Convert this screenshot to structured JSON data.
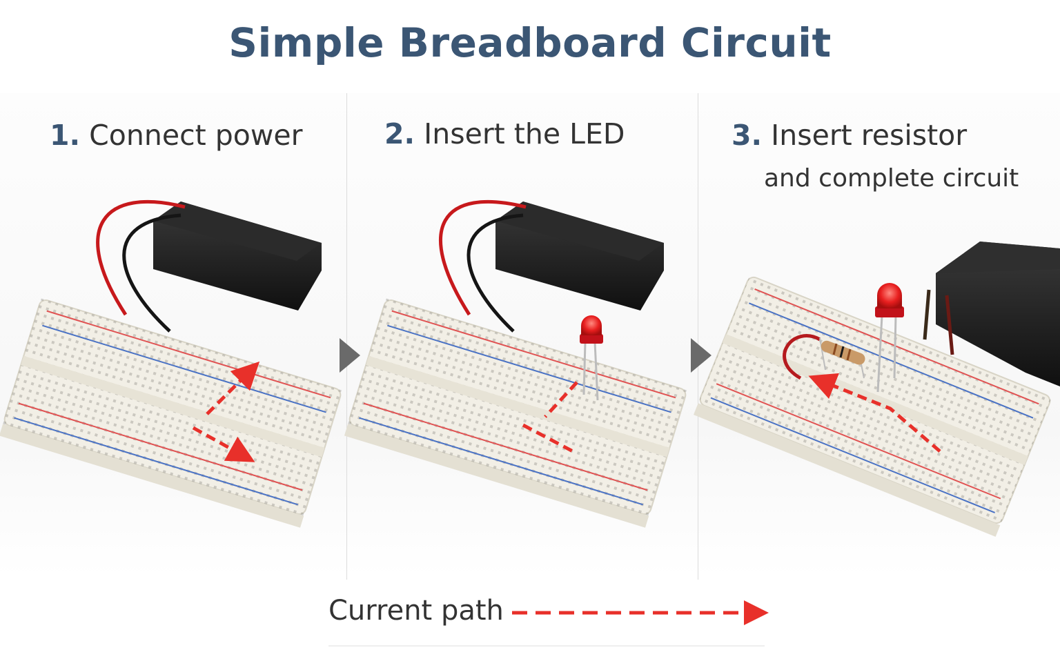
{
  "title": "Simple Breadboard Circuit",
  "steps": [
    {
      "number": "1.",
      "title": "Connect power",
      "subtitle": ""
    },
    {
      "number": "2.",
      "title": "Insert the LED",
      "subtitle": ""
    },
    {
      "number": "3.",
      "title": "Insert resistor",
      "subtitle": "and complete circuit"
    }
  ],
  "legend": {
    "label": "Current path"
  },
  "colors": {
    "title": "#3b5674",
    "accent_red": "#e8302a",
    "chevron": "#6a6a6a",
    "breadboard": "#f2efe6",
    "rail_red": "#e05252",
    "rail_blue": "#4a72c4",
    "battery": "#1b1b1b"
  },
  "icons": {
    "chevron": "chevron-right-icon",
    "current_arrow": "dashed-arrow-icon"
  }
}
